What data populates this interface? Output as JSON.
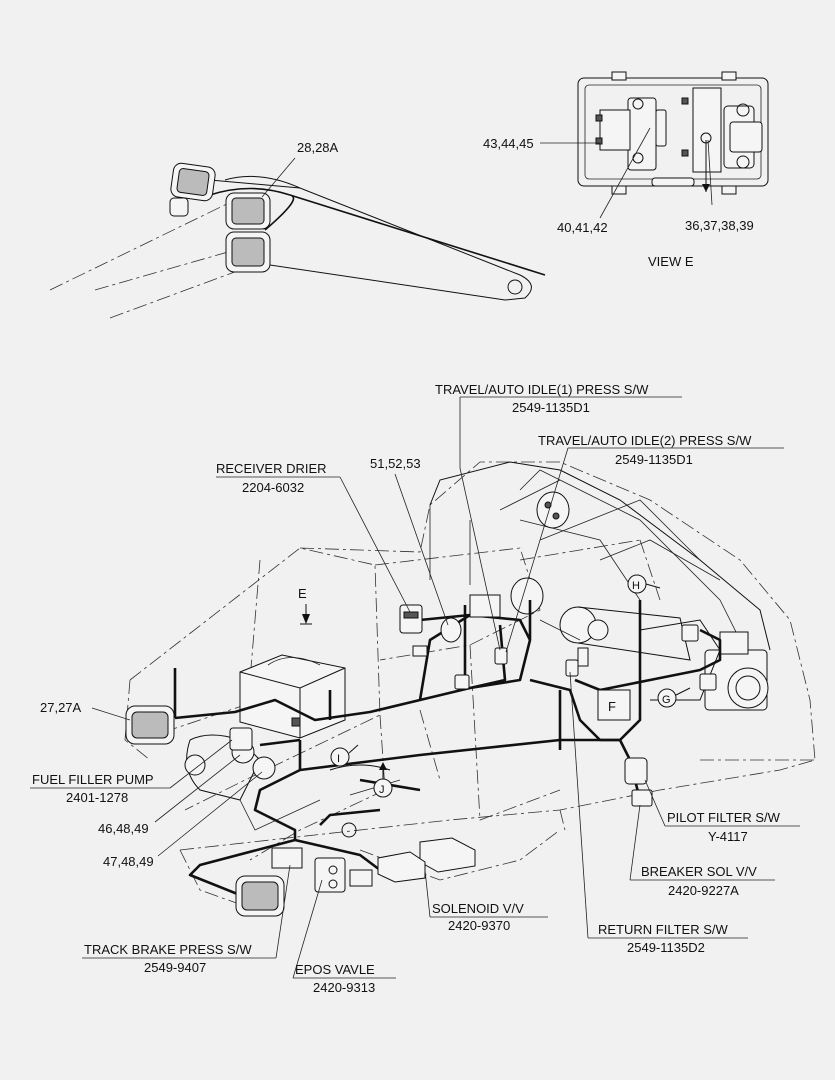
{
  "labels": {
    "top_28": "28,28A",
    "view_43": "43,44,45",
    "view_40": "40,41,42",
    "view_36": "36,37,38,39",
    "view_title": "VIEW  E",
    "travel1_title": "TRAVEL/AUTO IDLE(1) PRESS S/W",
    "travel1_code": "2549-1135D1",
    "travel2_title": "TRAVEL/AUTO IDLE(2) PRESS S/W",
    "travel2_code": "2549-1135D1",
    "receiver_title": "RECEIVER DRIER",
    "receiver_code": "2204-6032",
    "num_51": "51,52,53",
    "num_27": "27,27A",
    "fuel_title": "FUEL FILLER PUMP",
    "fuel_code": "2401-1278",
    "num_46": "46,48,49",
    "num_47": "47,48,49",
    "pilot_title": "PILOT FILTER S/W",
    "pilot_code": "Y-4117",
    "breaker_title": "BREAKER SOL V/V",
    "breaker_code": "2420-9227A",
    "solenoid_title": "SOLENOID V/V",
    "solenoid_code": "2420-9370",
    "return_title": "RETURN FILTER S/W",
    "return_code": "2549-1135D2",
    "track_title": "TRACK BRAKE PRESS S/W",
    "track_code": "2549-9407",
    "epos_title": "EPOS VAVLE",
    "epos_code": "2420-9313",
    "marker_e": "E",
    "circle_h": "H",
    "circle_g": "G",
    "circle_i": "I",
    "circle_j": "J",
    "box_f": "F"
  }
}
